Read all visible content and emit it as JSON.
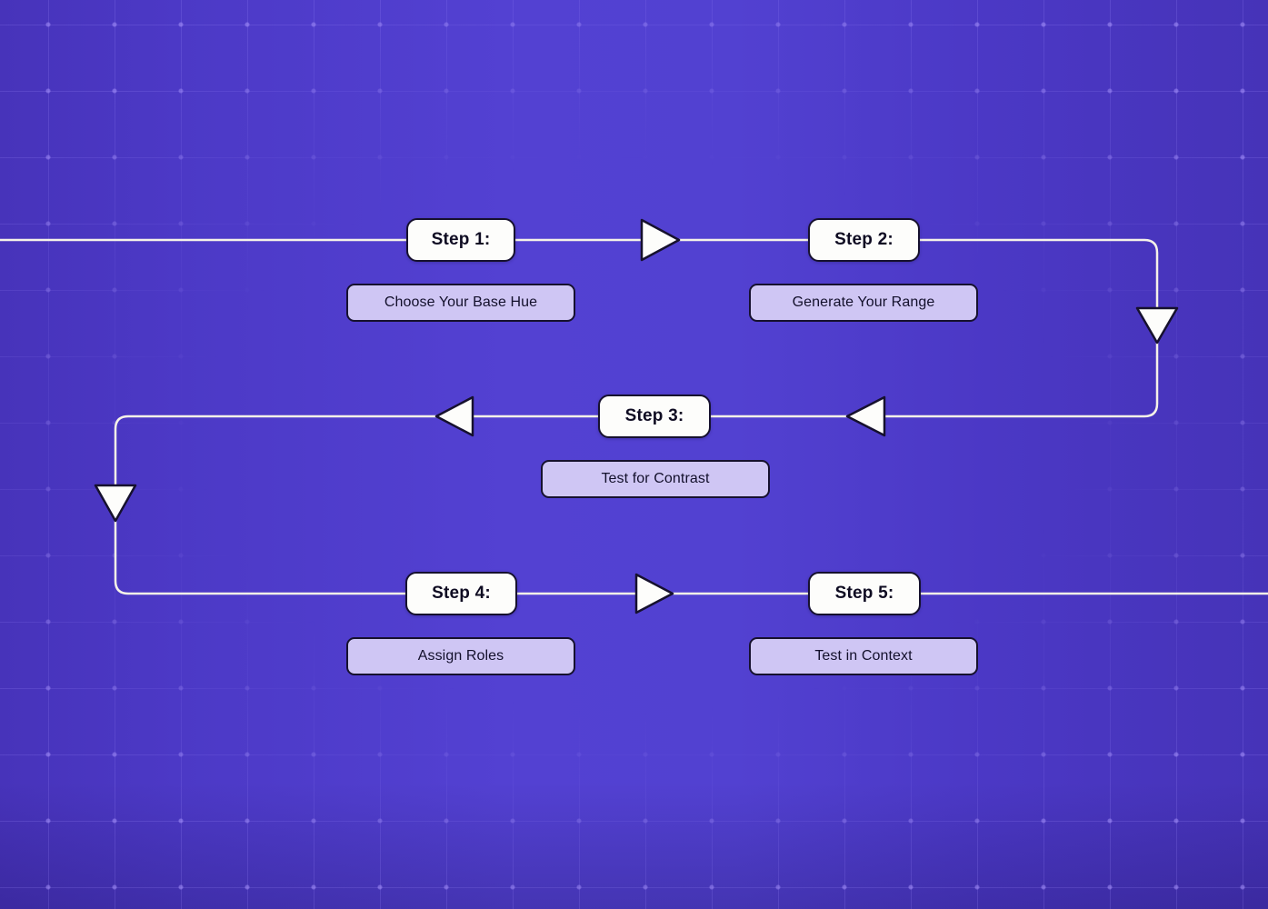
{
  "diagram": {
    "steps": [
      {
        "title": "Step 1:",
        "label": "Choose Your Base Hue"
      },
      {
        "title": "Step 2:",
        "label": "Generate Your Range"
      },
      {
        "title": "Step 3:",
        "label": "Test for Contrast"
      },
      {
        "title": "Step 4:",
        "label": "Assign Roles"
      },
      {
        "title": "Step 5:",
        "label": "Test in Context"
      }
    ],
    "flow_order": [
      "Step 1",
      "Step 2",
      "Step 3",
      "Step 4",
      "Step 5"
    ],
    "arrows": [
      {
        "name": "arrow-right-icon",
        "direction": "right",
        "row": 1
      },
      {
        "name": "arrow-down-icon",
        "direction": "down",
        "side": "right"
      },
      {
        "name": "arrow-left-icon",
        "direction": "left",
        "row": 2,
        "position": "right-of-step-3"
      },
      {
        "name": "arrow-left-icon",
        "direction": "left",
        "row": 2,
        "position": "left-of-step-3"
      },
      {
        "name": "arrow-down-icon",
        "direction": "down",
        "side": "left"
      },
      {
        "name": "arrow-right-icon",
        "direction": "right",
        "row": 3
      }
    ],
    "colors": {
      "background_left": "#4733ba",
      "background_center": "#5341d2",
      "background_right": "#4633b8",
      "grid_line": "#a28eff",
      "connector_line": "#f5f2e8",
      "node_background": "#fdfdfb",
      "node_border": "#16112e",
      "node_text": "#0f0c22",
      "label_background": "#cfc6f4",
      "label_text": "#13102b",
      "arrow_fill": "#fdfdfb",
      "arrow_outline": "#16112e"
    }
  }
}
